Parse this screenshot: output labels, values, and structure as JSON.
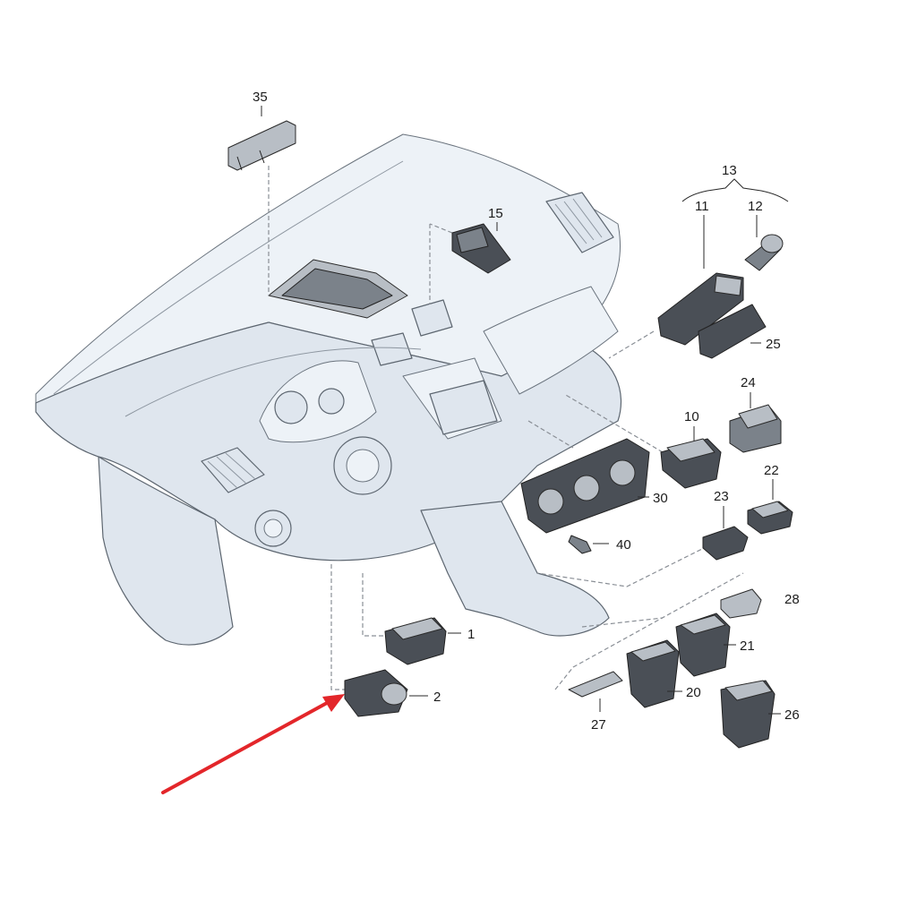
{
  "diagram": {
    "accent_arrow_color": "#e3262a",
    "labels": {
      "p35": "35",
      "p15": "15",
      "p13": "13",
      "p11": "11",
      "p12": "12",
      "p25": "25",
      "p24": "24",
      "p10": "10",
      "p22": "22",
      "p23": "23",
      "p30": "30",
      "p40": "40",
      "p28": "28",
      "p21": "21",
      "p1": "1",
      "p2": "2",
      "p20": "20",
      "p27": "27",
      "p26": "26"
    }
  }
}
